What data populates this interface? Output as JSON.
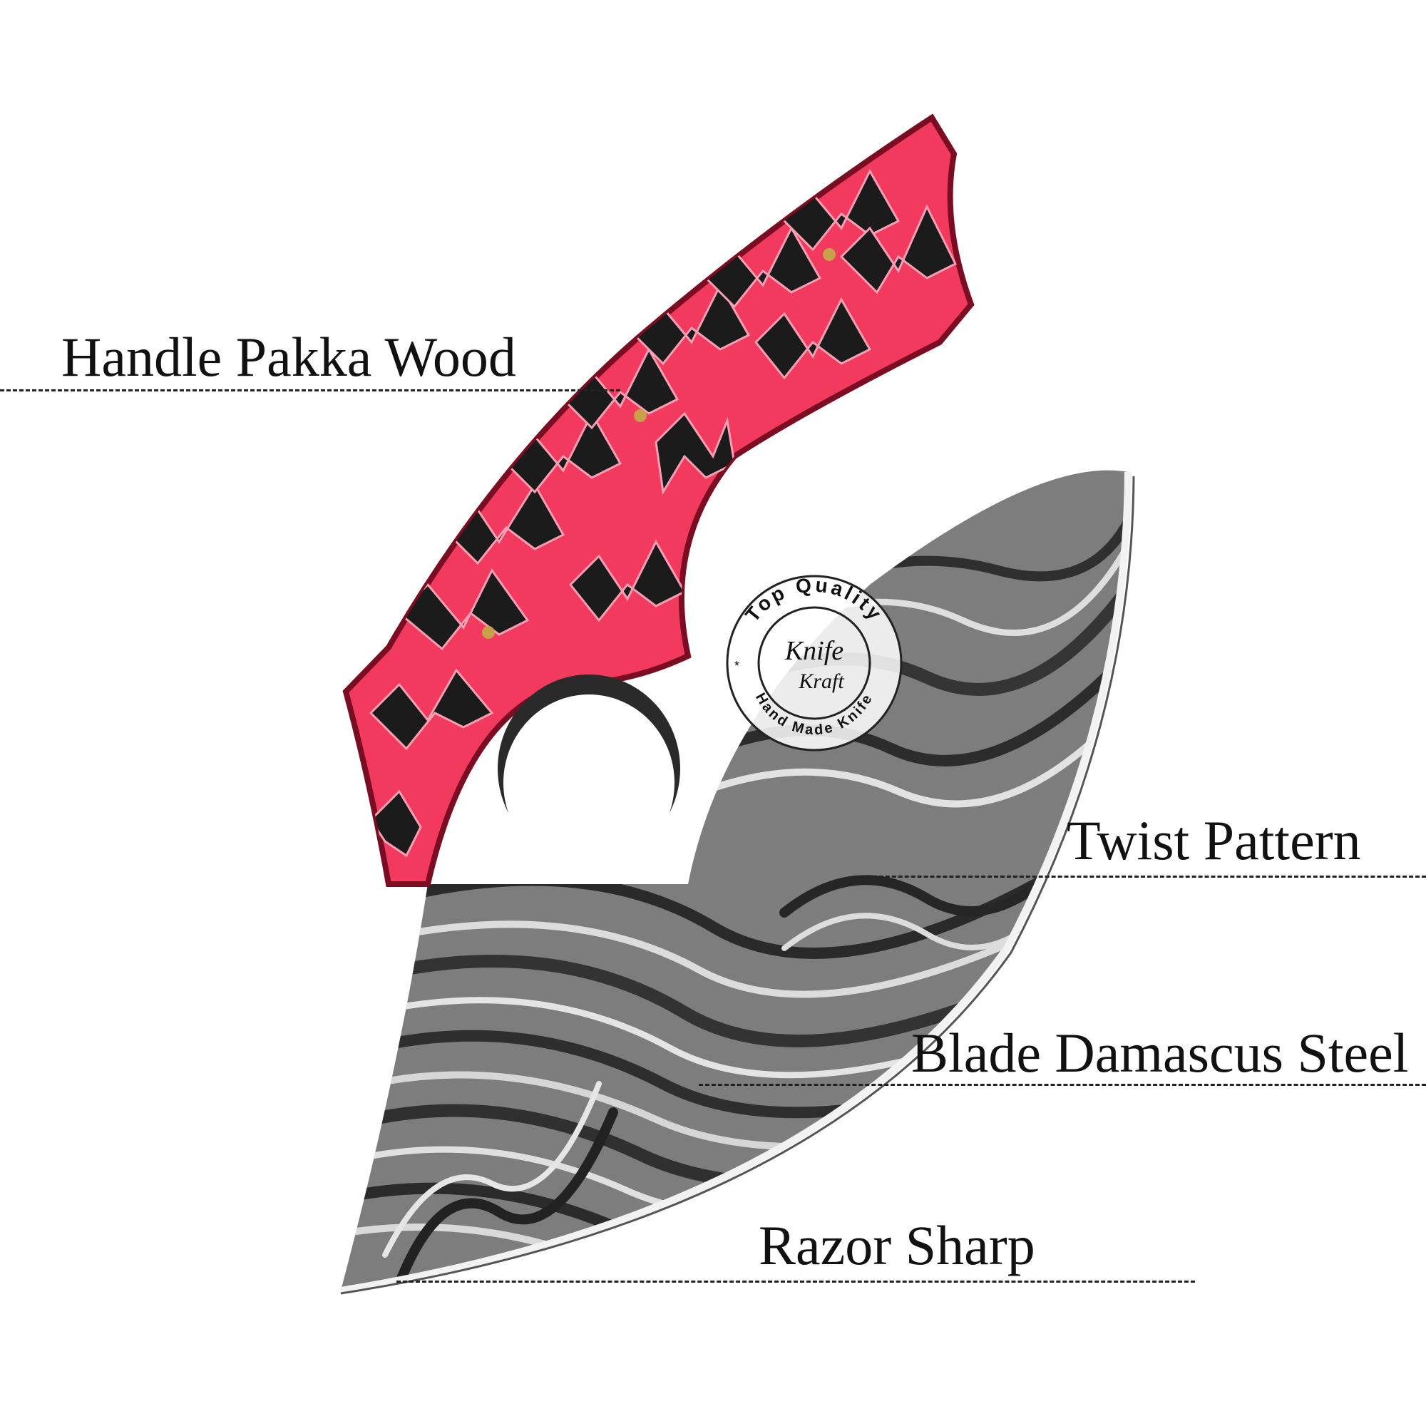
{
  "labels": {
    "handle": "Handle Pakka Wood",
    "twist": "Twist Pattern",
    "blade": "Blade Damascus Steel",
    "razor": "Razor Sharp"
  },
  "seal": {
    "top_text": "Top Quality",
    "brand_line1": "Knife",
    "brand_line2": "Kraft",
    "bottom_text": "Hand Made Knife"
  },
  "colors": {
    "handle": "#f23a5e",
    "handle_dark": "#1b1b1b",
    "blade": "#7d7d7d",
    "background": "#ffffff"
  }
}
